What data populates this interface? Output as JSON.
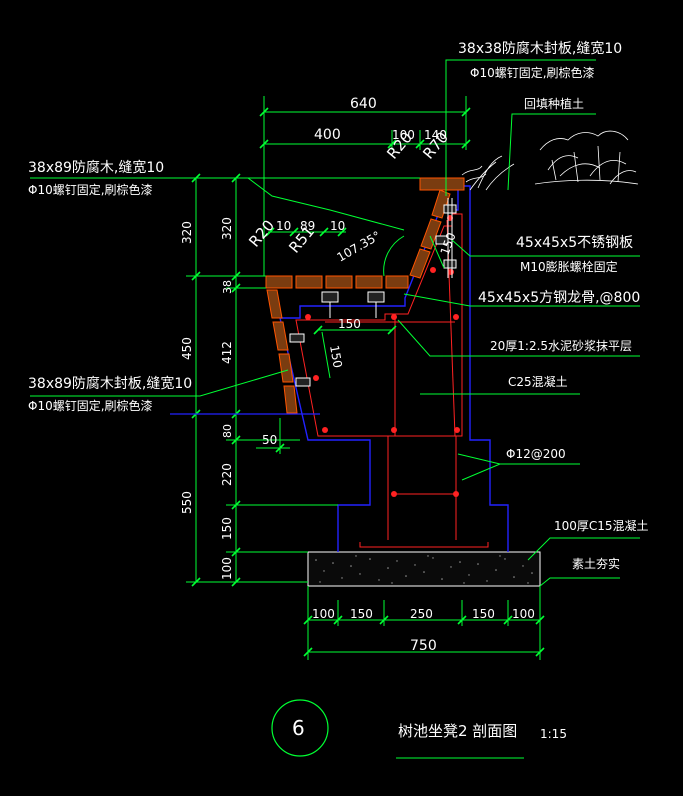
{
  "labels": {
    "top_wood": "38x38防腐木封板,缝宽10",
    "top_screw": "Φ10螺钉固定,刷棕色漆",
    "backfill": "回填种植土",
    "seat_wood": "38x89防腐木,缝宽10",
    "seat_screw": "Φ10螺钉固定,刷棕色漆",
    "steel_plate": "45x45x5不锈钢板",
    "bolt": "M10膨胀螺栓固定",
    "keel": "45x45x5方钢龙骨,@800",
    "mortar": "20厚1:2.5水泥砂浆抹平层",
    "concrete": "C25混凝土",
    "rebar": "Φ12@200",
    "base_concrete": "100厚C15混凝土",
    "soil": "素土夯实",
    "front_wood": "38x89防腐木封板,缝宽10",
    "front_screw": "Φ10螺钉固定,刷棕色漆"
  },
  "dims": {
    "top_640": "640",
    "top_400": "400",
    "top_100": "100",
    "top_140": "140",
    "r20_top": "R20",
    "r70_top": "R70",
    "r20_seat": "R20",
    "r51": "R51",
    "w10a": "10",
    "w89": "89",
    "w10b": "10",
    "angle": "107.35°",
    "v150_back": "150",
    "h150": "150",
    "v150_front": "150",
    "w50": "50",
    "left_320": "320",
    "left_450": "450",
    "left_550": "550",
    "in_320": "320",
    "in_38": "38",
    "in_412": "412",
    "in_80": "80",
    "in_220": "220",
    "in_150": "150",
    "in_100": "100",
    "bot_100a": "100",
    "bot_150a": "150",
    "bot_250": "250",
    "bot_150b": "150",
    "bot_100b": "100",
    "bot_750": "750"
  },
  "title": {
    "number": "6",
    "name": "树池坐凳2 剖面图",
    "scale": "1:15"
  }
}
